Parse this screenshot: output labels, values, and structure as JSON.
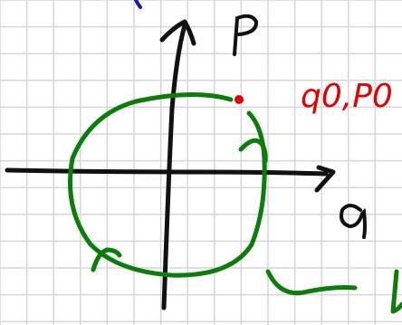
{
  "diagram": {
    "axis_label_momentum": "P",
    "axis_label_position": "q",
    "initial_point_label": "q0,P0",
    "colors": {
      "grid": "#d6d6d6",
      "axes": "#111111",
      "orbit": "#0a7d0a",
      "point": "#e30000",
      "label": "#e30000",
      "edge_stroke": "#1a1ab0"
    }
  }
}
